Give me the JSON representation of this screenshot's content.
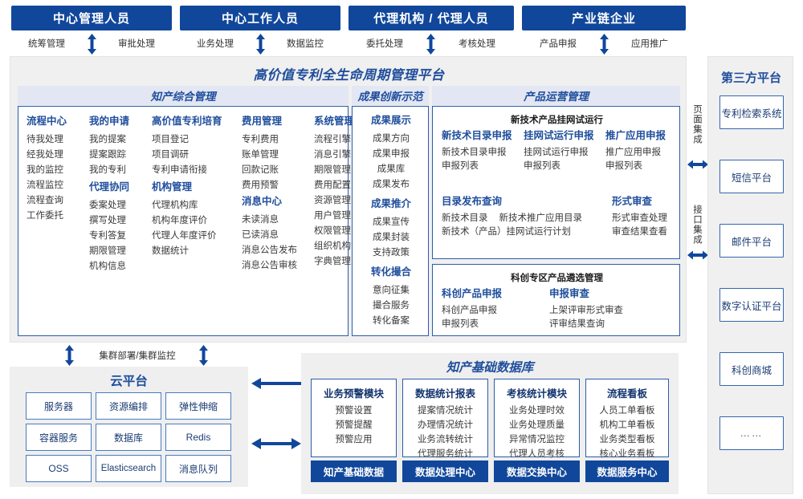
{
  "roles": [
    {
      "title": "中心管理人员",
      "left": "统筹管理",
      "right": "审批处理"
    },
    {
      "title": "中心工作人员",
      "left": "业务处理",
      "right": "数据监控"
    },
    {
      "title": "代理机构 / 代理人员",
      "left": "委托处理",
      "right": "考核处理"
    },
    {
      "title": "产业链企业",
      "left": "产品申报",
      "right": "应用推广"
    }
  ],
  "platform": {
    "title": "高价值专利全生命周期管理平台",
    "sections": [
      {
        "name": "知产综合管理"
      },
      {
        "name": "成果创新示范"
      },
      {
        "name": "产品运营管理"
      }
    ],
    "zhichan": {
      "columns": [
        {
          "groups": [
            {
              "head": "流程中心",
              "items": [
                "待我处理",
                "经我处理",
                "我的监控",
                "流程监控",
                "流程查询",
                "工作委托"
              ]
            }
          ]
        },
        {
          "groups": [
            {
              "head": "我的申请",
              "items": [
                "我的提案",
                "提案跟踪",
                "我的专利"
              ]
            },
            {
              "head": "代理协同",
              "items": [
                "委案处理",
                "撰写处理",
                "专利答复",
                "期限管理",
                "机构信息"
              ]
            }
          ]
        },
        {
          "groups": [
            {
              "head": "高价值专利培育",
              "items": [
                "项目登记",
                "项目调研",
                "专利申请衔接"
              ]
            },
            {
              "head": "机构管理",
              "items": [
                "代理机构库",
                "机构年度评价",
                "代理人年度评价",
                "数据统计"
              ]
            }
          ]
        },
        {
          "groups": [
            {
              "head": "费用管理",
              "items": [
                "专利费用",
                "账单管理",
                "回款记账",
                "费用预警"
              ]
            },
            {
              "head": "消息中心",
              "items": [
                "未读消息",
                "已读消息",
                "消息公告发布",
                "消息公告审核"
              ]
            }
          ]
        },
        {
          "groups": [
            {
              "head": "系统管理",
              "items": [
                "流程引擎",
                "消息引擎",
                "期限管理",
                "费用配置",
                "资源管理",
                "用户管理",
                "权限管理",
                "组织机构",
                "字典管理"
              ]
            }
          ]
        }
      ]
    },
    "chengguo": {
      "groups": [
        {
          "head": "成果展示",
          "items": [
            "成果方向",
            "成果申报",
            "成果库",
            "成果发布"
          ]
        },
        {
          "head": "成果推介",
          "items": [
            "成果宣传",
            "成果封装",
            "支持政策"
          ]
        },
        {
          "head": "转化撮合",
          "items": [
            "意向征集",
            "撮合服务",
            "转化备案"
          ]
        }
      ]
    },
    "chanpin": {
      "box1": {
        "title": "新技术产品挂网试运行",
        "row1": [
          {
            "head": "新技术目录申报",
            "items": [
              "新技术目录申报",
              "申报列表"
            ]
          },
          {
            "head": "挂网试运行申报",
            "items": [
              "挂网试运行申报",
              "申报列表"
            ]
          },
          {
            "head": "推广应用申报",
            "items": [
              "推广应用申报",
              "申报列表"
            ]
          }
        ],
        "row2": [
          {
            "head": "目录发布查询",
            "items": [
              "新技术目录",
              "新技术推广应用目录",
              "新技术（产品）挂网试运行计划"
            ]
          },
          {
            "head": "形式审查",
            "items": [
              "形式审查处理",
              "审查结果查看"
            ]
          }
        ]
      },
      "box2": {
        "title": "科创专区产品遴选管理",
        "columns": [
          {
            "head": "科创产品申报",
            "items": [
              "科创产品申报",
              "申报列表"
            ]
          },
          {
            "head": "申报审查",
            "items": [
              "上架评审形式审查",
              "评审结果查询"
            ]
          }
        ]
      }
    }
  },
  "integration": {
    "page": "页面集成",
    "api": "接口集成"
  },
  "third_party": {
    "title": "第三方平台",
    "items": [
      "专利检索系统",
      "短信平台",
      "邮件平台",
      "数字认证平台",
      "科创商城",
      "……"
    ]
  },
  "cloud": {
    "connector": "集群部署/集群监控",
    "title": "云平台",
    "cells": [
      "服务器",
      "资源编排",
      "弹性伸缩",
      "容器服务",
      "数据库",
      "Redis",
      "OSS",
      "Elasticsearch",
      "消息队列"
    ]
  },
  "database": {
    "title": "知产基础数据库",
    "columns": [
      {
        "head": "业务预警模块",
        "items": [
          "预警设置",
          "预警提醒",
          "预警应用"
        ],
        "foot": "知产基础数据"
      },
      {
        "head": "数据统计报表",
        "items": [
          "提案情况统计",
          "办理情况统计",
          "业务流转统计",
          "代理服务统计"
        ],
        "foot": "数据处理中心"
      },
      {
        "head": "考核统计模块",
        "items": [
          "业务处理时效",
          "业务处理质量",
          "异常情况监控",
          "代理人员考核"
        ],
        "foot": "数据交换中心"
      },
      {
        "head": "流程看板",
        "items": [
          "人员工单看板",
          "机构工单看板",
          "业务类型看板",
          "核心业务看板"
        ],
        "foot": "数据服务中心"
      }
    ]
  },
  "colors": {
    "brand_dark": "#11479B",
    "brand": "#1F4E9C",
    "border": "#2C5CAB",
    "band": "#e3e7f3",
    "panel": "#f0f0f0"
  }
}
